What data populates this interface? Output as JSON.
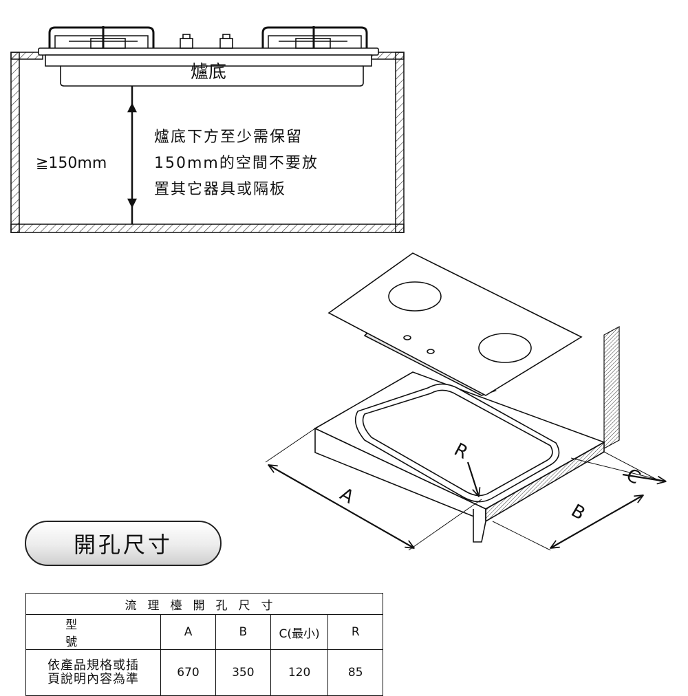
{
  "top_diagram": {
    "base_label": "爐底",
    "dimension_label": "≧150mm",
    "note_lines": [
      "爐底下方至少需保留",
      "150mm的空間不要放",
      "置其它器具或隔板"
    ]
  },
  "iso_diagram": {
    "label_r": "R",
    "label_a": "A",
    "label_b": "B",
    "label_c": "C"
  },
  "section_title": "開孔尺寸",
  "table": {
    "title": "流理檯開孔尺寸",
    "headers": [
      "型　號",
      "A",
      "B",
      "C(最小)",
      "R"
    ],
    "row_label_lines": [
      "依產品規格或插",
      "頁說明內容為準"
    ],
    "values": [
      "670",
      "350",
      "120",
      "85"
    ]
  }
}
